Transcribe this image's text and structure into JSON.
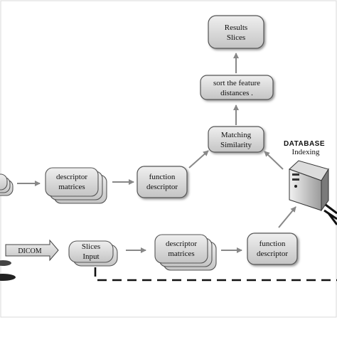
{
  "diagram": {
    "nodes": {
      "results": [
        "Results",
        "Slices"
      ],
      "sort": [
        "sort the feature",
        "distances ."
      ],
      "matching": [
        "Matching",
        "Similarity"
      ],
      "top_descriptor": [
        "descriptor",
        "matrices"
      ],
      "top_function": [
        "function",
        "descriptor"
      ],
      "bottom_input": [
        "Slices",
        "Input"
      ],
      "bottom_descriptor": [
        "descriptor",
        "matrices"
      ],
      "bottom_function": [
        "function",
        "descriptor"
      ]
    },
    "database": {
      "title": "DATABASE",
      "subtitle": "Indexing"
    },
    "dicom_label": "DICOM"
  }
}
